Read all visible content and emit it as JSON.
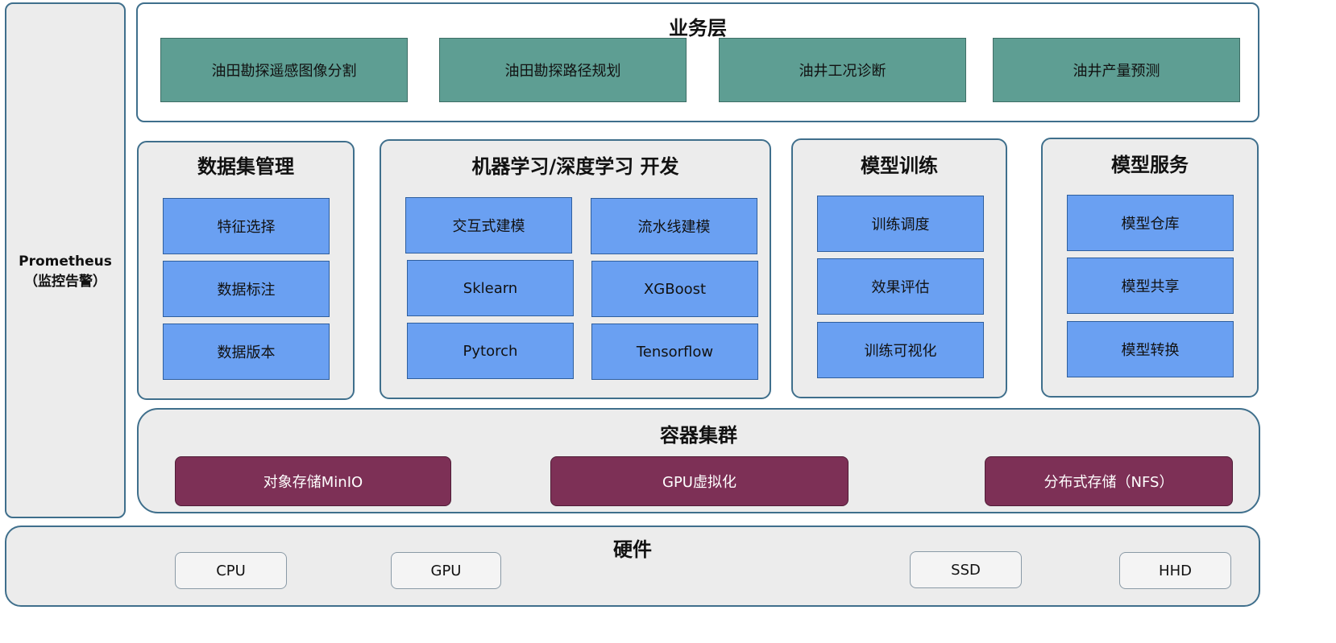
{
  "sidebar": {
    "line1": "Prometheus",
    "line2": "（监控告警）"
  },
  "business_layer": {
    "title": "业务层",
    "items": [
      "油田勘探遥感图像分割",
      "油田勘探路径规划",
      "油井工况诊断",
      "油井产量预测"
    ]
  },
  "dataset_mgmt": {
    "title": "数据集管理",
    "items": [
      "特征选择",
      "数据标注",
      "数据版本"
    ]
  },
  "ml_dev": {
    "title": "机器学习/深度学习 开发",
    "items": [
      "交互式建模",
      "流水线建模",
      "Sklearn",
      "XGBoost",
      "Pytorch",
      "Tensorflow"
    ]
  },
  "model_training": {
    "title": "模型训练",
    "items": [
      "训练调度",
      "效果评估",
      "训练可视化"
    ]
  },
  "model_service": {
    "title": "模型服务",
    "items": [
      "模型仓库",
      "模型共享",
      "模型转换"
    ]
  },
  "container_cluster": {
    "title": "容器集群",
    "items": [
      "对象存储MinIO",
      "GPU虚拟化",
      "分布式存储（NFS）"
    ]
  },
  "hardware": {
    "title": "硬件",
    "items": [
      "CPU",
      "GPU",
      "SSD",
      "HHD"
    ]
  },
  "colors": {
    "panel_border": "#3f6f8c",
    "panel_fill": "#ececec",
    "teal_box": "#5e9e93",
    "blue_box": "#6aa0f2",
    "purple_box": "#7d3056",
    "hardware_box": "#f4f4f4"
  }
}
